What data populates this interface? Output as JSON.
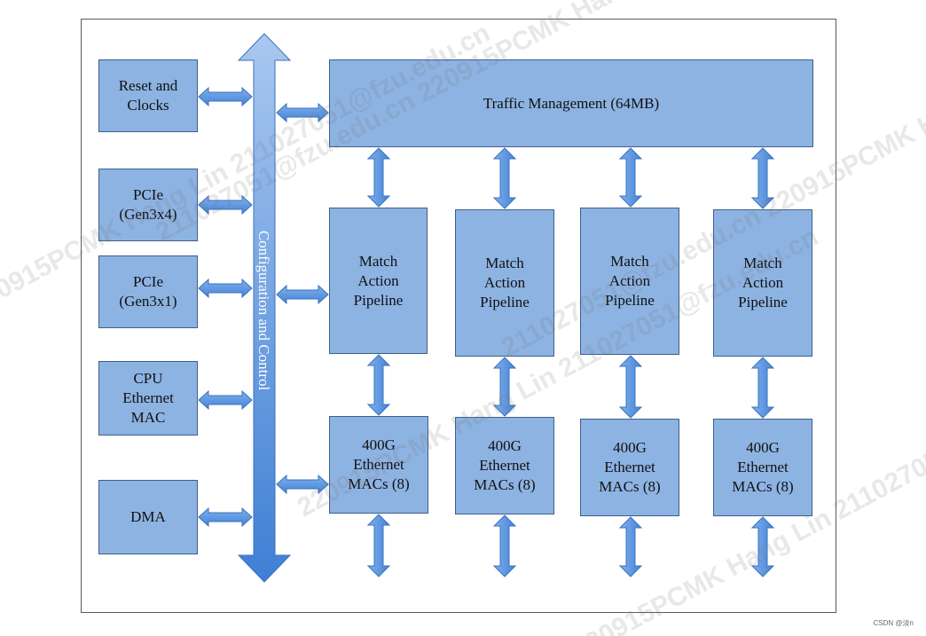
{
  "diagram": {
    "colors": {
      "block_fill": "#8db3e2",
      "block_border": "#3d5f8c",
      "arrow_fill": "#5b93db",
      "arrow_edge": "#3a72bd",
      "frame": "#5a5a5a"
    },
    "left_blocks": {
      "reset": "Reset and\nClocks",
      "pcie_x4": "PCIe\n(Gen3x4)",
      "pcie_x1": "PCIe\n(Gen3x1)",
      "cpu_mac": "CPU\nEthernet\nMAC",
      "dma": "DMA"
    },
    "control_bus_label": "Configuration and Control",
    "traffic_management": "Traffic Management (64MB)",
    "pipelines": [
      {
        "label": "Match\nAction\nPipeline"
      },
      {
        "label": "Match\nAction\nPipeline"
      },
      {
        "label": "Match\nAction\nPipeline"
      },
      {
        "label": "Match\nAction\nPipeline"
      }
    ],
    "macs": [
      {
        "label": "400G\nEthernet\nMACs (8)"
      },
      {
        "label": "400G\nEthernet\nMACs (8)"
      },
      {
        "label": "400G\nEthernet\nMACs (8)"
      },
      {
        "label": "400G\nEthernet\nMACs (8)"
      }
    ]
  },
  "watermark": {
    "text_a": "220915PCMK Hang Lin 211027051@fzu.edu.cn",
    "text_b": "211027051@fzu.edu.cn 220915PCMK Hang Lin"
  },
  "footer": {
    "csdn": "CSDN @淡n"
  }
}
